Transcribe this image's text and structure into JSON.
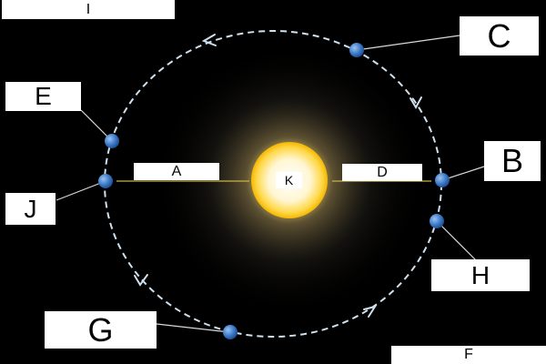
{
  "diagram": {
    "labels": {
      "A": "A",
      "B": "B",
      "C": "C",
      "D": "D",
      "E": "E",
      "F": "F",
      "G": "G",
      "H": "H",
      "I": "I",
      "J": "J",
      "K": "K"
    },
    "colors": {
      "background": "#000000",
      "orbit": "#cfe0ee",
      "planet": "#3a78c9",
      "sun_core": "#ffffff",
      "sun_glow": "#ffd84a",
      "radius_line": "#c9b34a",
      "leader_line": "#d9d9d9",
      "label_box": "#ffffff"
    }
  }
}
